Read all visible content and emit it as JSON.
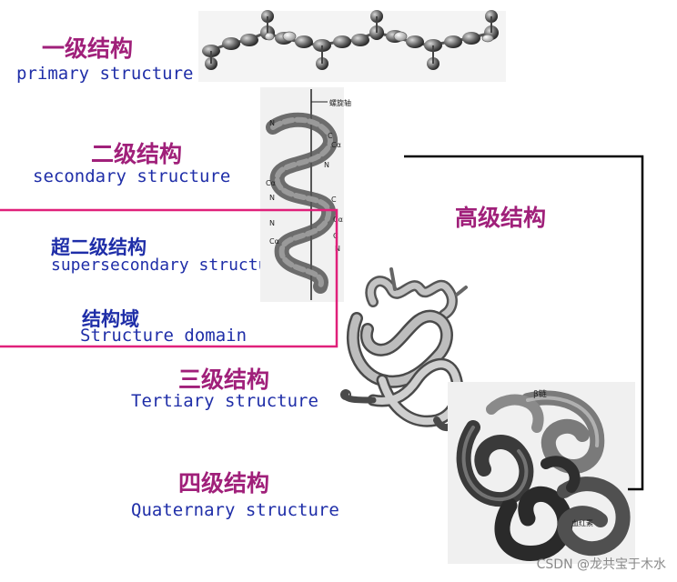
{
  "levels": [
    {
      "cn": "一级结构",
      "en": "primary structure"
    },
    {
      "cn": "二级结构",
      "en": "secondary structure"
    },
    {
      "cn": "超二级结构",
      "en": "supersecondary structure"
    },
    {
      "cn": "结构域",
      "en": "Structure domain"
    },
    {
      "cn": "三级结构",
      "en": "Tertiary structure"
    },
    {
      "cn": "四级结构",
      "en": "Quaternary structure"
    }
  ],
  "bracket_label": "高级结构",
  "helix_axis_label": "螺旋轴",
  "helix_atom_labels": [
    "N",
    "C",
    "Cα",
    "N",
    "Cα",
    "C",
    "N",
    "Cα",
    "N",
    "C",
    "Cα",
    "N"
  ],
  "quaternary_labels": {
    "beta": "β链",
    "heme": "血红素"
  },
  "watermark": "CSDN @龙共宝于木水",
  "colors": {
    "chinese_text": "#a0207a",
    "english_text": "#1f2ea8",
    "highlight_box": "#e0207a",
    "bracket": "#000000"
  }
}
